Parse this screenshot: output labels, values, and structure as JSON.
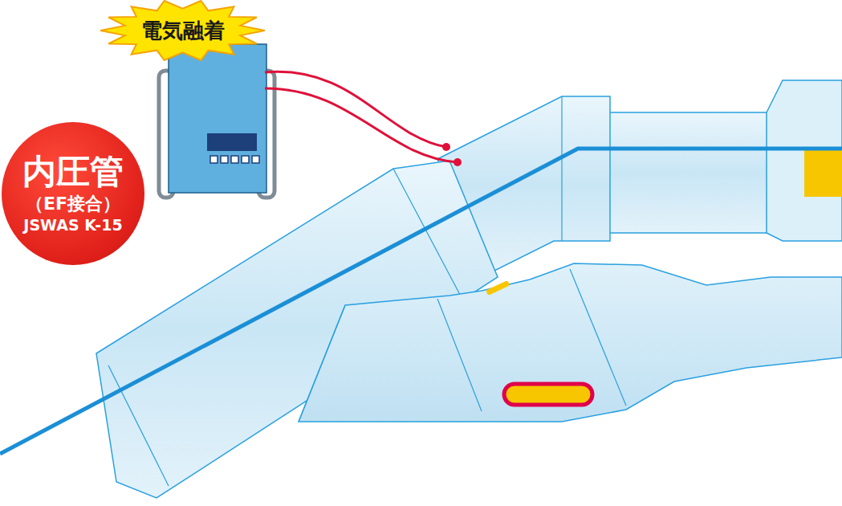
{
  "diagram": {
    "nodes": [
      {
        "text": [
          "電気融着"
        ]
      },
      {
        "text": [
          "内圧管",
          "（EF接合）",
          "JSWAS K-15"
        ]
      }
    ]
  }
}
